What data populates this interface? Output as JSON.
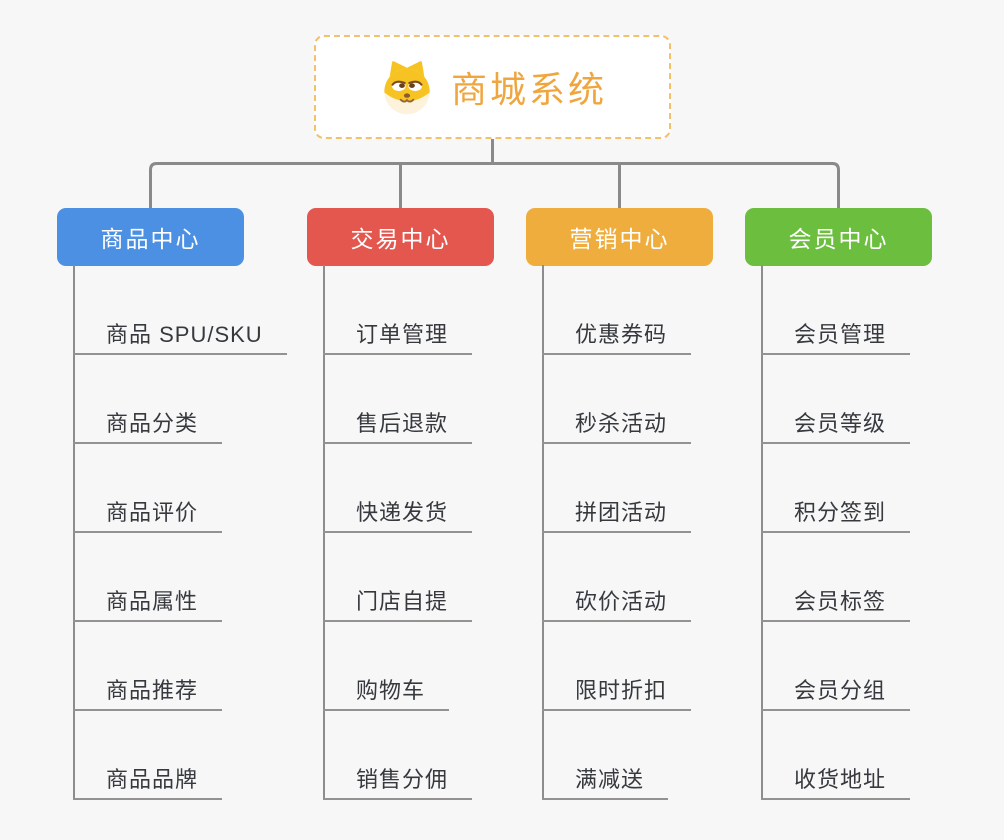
{
  "canvas": {
    "background": "#f7f7f7",
    "connector_color": "#8a8a8a",
    "underline_color": "#929292"
  },
  "root": {
    "title": "商城系统",
    "icon": "dog-face",
    "text_color": "#f0a63e",
    "border_color": "#f3c06b",
    "background": "#ffffff"
  },
  "branches": [
    {
      "label": "商品中心",
      "color": "#4b90e2",
      "items": [
        "商品 SPU/SKU",
        "商品分类",
        "商品评价",
        "商品属性",
        "商品推荐",
        "商品品牌"
      ]
    },
    {
      "label": "交易中心",
      "color": "#e4574f",
      "items": [
        "订单管理",
        "售后退款",
        "快递发货",
        "门店自提",
        "购物车",
        "销售分佣"
      ]
    },
    {
      "label": "营销中心",
      "color": "#efad3d",
      "items": [
        "优惠券码",
        "秒杀活动",
        "拼团活动",
        "砍价活动",
        "限时折扣",
        "满减送"
      ]
    },
    {
      "label": "会员中心",
      "color": "#6cbe3e",
      "items": [
        "会员管理",
        "会员等级",
        "积分签到",
        "会员标签",
        "会员分组",
        "收货地址"
      ]
    }
  ]
}
